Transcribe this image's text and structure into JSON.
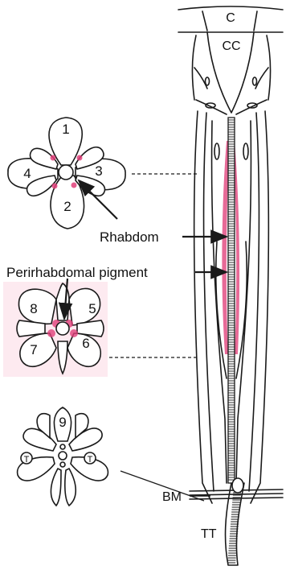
{
  "labels": {
    "c": "C",
    "cc": "CC",
    "rhabdom": "Rhabdom",
    "pigment": "Perirhabdomal pigment",
    "bm": "BM",
    "tt": "TT"
  },
  "cells_top": [
    "1",
    "2",
    "3",
    "4"
  ],
  "cells_mid": [
    "8",
    "5",
    "7",
    "6"
  ],
  "cell_bottom": "9",
  "t_marks": [
    "T",
    "T"
  ],
  "colors": {
    "pigment": "#e0407a",
    "pigment_bg": "#fdeaf0",
    "stroke": "#1a1a1a"
  }
}
